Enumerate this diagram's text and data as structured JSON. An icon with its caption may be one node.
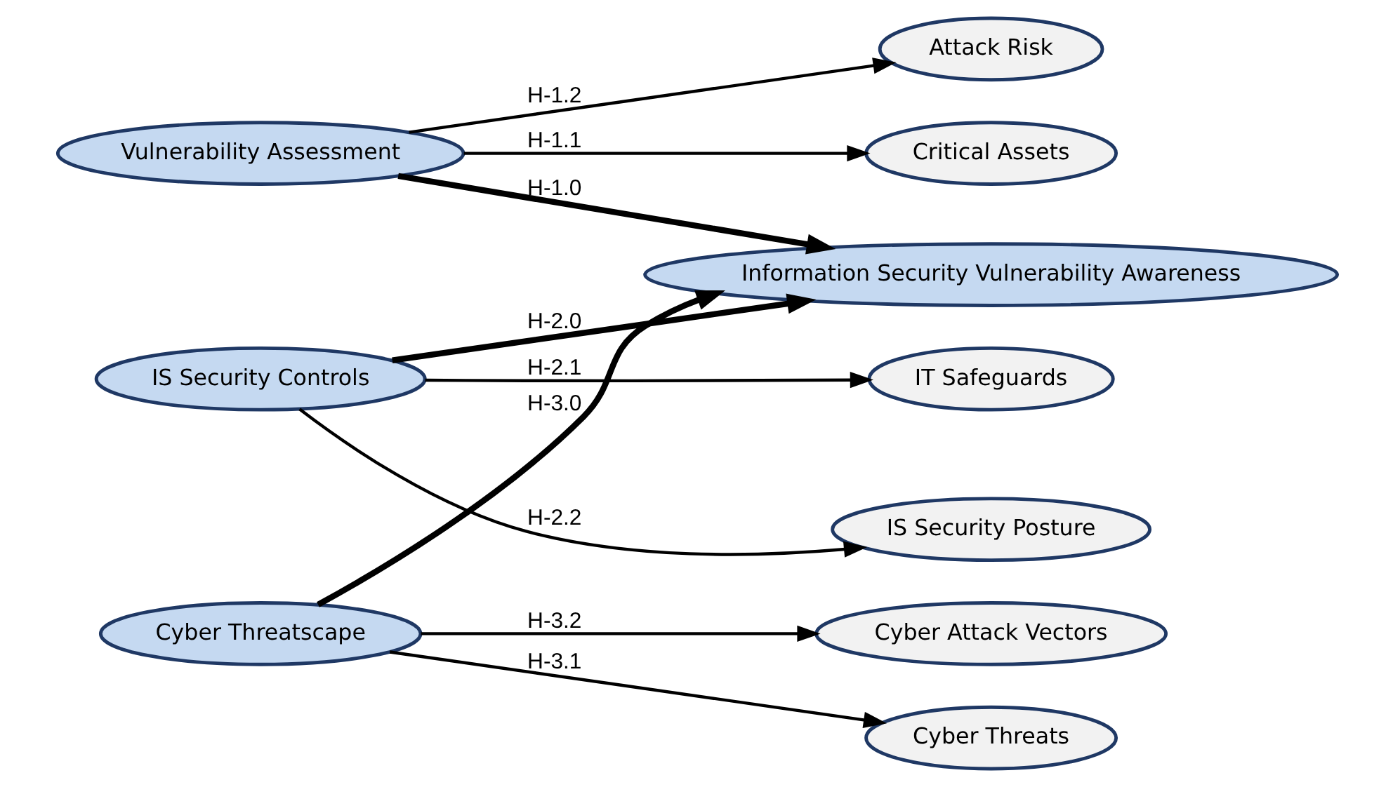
{
  "diagram": {
    "nodes": [
      {
        "text": [
          "Attack Risk"
        ]
      },
      {
        "text": [
          "Critical Assets"
        ]
      },
      {
        "text": [
          "Vulnerability Assessment"
        ]
      },
      {
        "text": [
          "IT Safeguards"
        ]
      },
      {
        "text": [
          "Information Security Vulnerability Awareness"
        ]
      },
      {
        "text": [
          "IS Security Controls"
        ]
      },
      {
        "text": [
          "IS Security Posture"
        ]
      },
      {
        "text": [
          "Cyber Threatscape"
        ]
      },
      {
        "text": [
          "Cyber Threats"
        ]
      },
      {
        "text": [
          "Cyber Attack Vectors"
        ]
      }
    ],
    "edges": [
      {
        "from": 2,
        "to": 0,
        "arrow": "to",
        "label": "H-1.2"
      },
      {
        "from": 2,
        "to": 1,
        "arrow": "to",
        "label": "H-1.1"
      },
      {
        "from": 2,
        "to": 4,
        "arrow": "to",
        "label": "H-1.0",
        "style": "thick"
      },
      {
        "from": 5,
        "to": 3,
        "arrow": "to",
        "label": "H-2.1"
      },
      {
        "from": 5,
        "to": 4,
        "arrow": "to",
        "label": "H-2.0",
        "style": "thick"
      },
      {
        "from": 5,
        "to": 6,
        "arrow": "to",
        "label": "H-2.2"
      },
      {
        "from": 7,
        "to": 4,
        "arrow": "to",
        "label": "H-3.0",
        "style": "thick"
      },
      {
        "from": 7,
        "to": 8,
        "arrow": "to",
        "label": "H-3.1"
      },
      {
        "from": 7,
        "to": 9,
        "arrow": "to",
        "label": "H-3.2"
      }
    ]
  }
}
